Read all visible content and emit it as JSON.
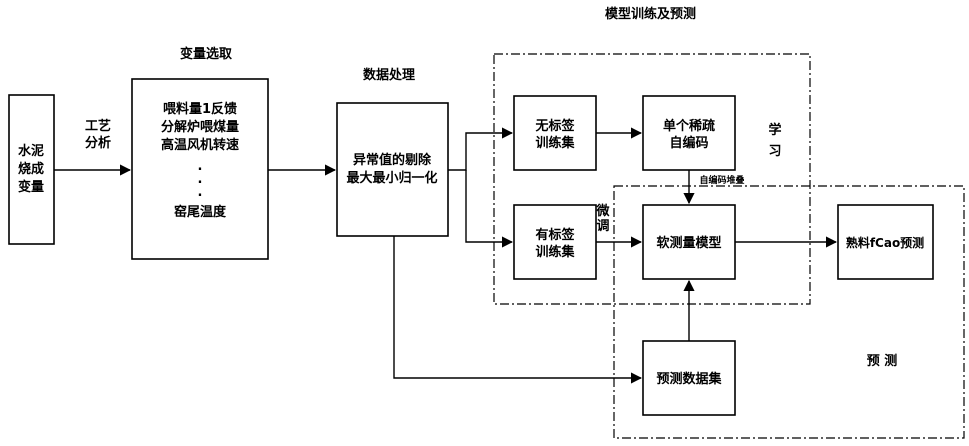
{
  "labels": {
    "variable_selection": "变量选取",
    "data_processing": "数据处理",
    "model_training_prediction": "模型训练及预测",
    "process_analysis": [
      "工艺",
      "分析"
    ],
    "learning": [
      "学",
      "习"
    ],
    "fine_tune": [
      "微",
      "调"
    ],
    "autoencoder_stack": "自编码堆叠",
    "prediction": "预 测"
  },
  "boxes": {
    "cement_vars": [
      "水泥",
      "烧成",
      "变量"
    ],
    "variables": [
      "喂料量1反馈",
      "分解炉喂煤量",
      "高温风机转速",
      ".",
      ".",
      ".",
      "窑尾温度"
    ],
    "processing": [
      "异常值的剔除",
      "最大最小归一化"
    ],
    "unlabeled": [
      "无标签",
      "训练集"
    ],
    "labeled": [
      "有标签",
      "训练集"
    ],
    "autoencoder": [
      "单个稀疏",
      "自编码"
    ],
    "soft_sensor": "软测量模型",
    "clinker_output": "熟料fCao预测",
    "pred_dataset": "预测数据集"
  }
}
